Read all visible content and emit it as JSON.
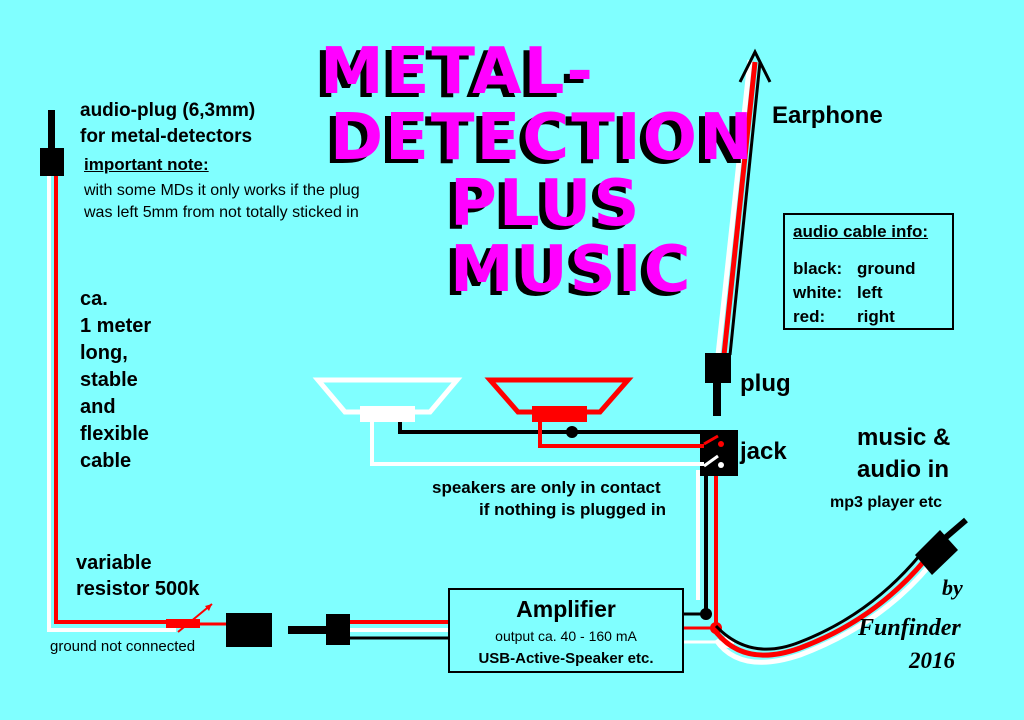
{
  "title": [
    "METAL-",
    "DETECTION",
    "PLUS",
    "MUSIC"
  ],
  "labels": {
    "earphone": "Earphone",
    "plug_head": "audio-plug (6,3mm)",
    "plug_sub": "for metal-detectors",
    "note_head": "important note:",
    "note_line1": "with some MDs it only works if the plug",
    "note_line2": "was left 5mm from not totally sticked in",
    "cable": [
      "ca.",
      "1 meter",
      "long,",
      "stable",
      "and",
      "flexible",
      "cable"
    ],
    "plug": "plug",
    "jack": "jack",
    "speakers_line1": "speakers are only in contact",
    "speakers_line2": "if nothing is plugged in",
    "music_line1": "music &",
    "music_line2": "audio in",
    "mp3": "mp3 player etc",
    "resistor_line1": "variable",
    "resistor_line2": "resistor 500k",
    "ground": "ground not connected"
  },
  "cable_info": {
    "heading": "audio cable info:",
    "rows": [
      {
        "color": "black:",
        "meaning": "ground"
      },
      {
        "color": "white:",
        "meaning": "left"
      },
      {
        "color": "red:",
        "meaning": "right"
      }
    ]
  },
  "amplifier": {
    "title": "Amplifier",
    "output": "output ca. 40 - 160 mA",
    "type": "USB-Active-Speaker etc."
  },
  "signature": {
    "by": "by",
    "name": "Funfinder",
    "year": "2016"
  },
  "colors": {
    "background": "#80ffff",
    "title": "#ff00ff",
    "red_wire": "#ff0000",
    "black_wire": "#000000",
    "white_wire": "#ffffff"
  }
}
